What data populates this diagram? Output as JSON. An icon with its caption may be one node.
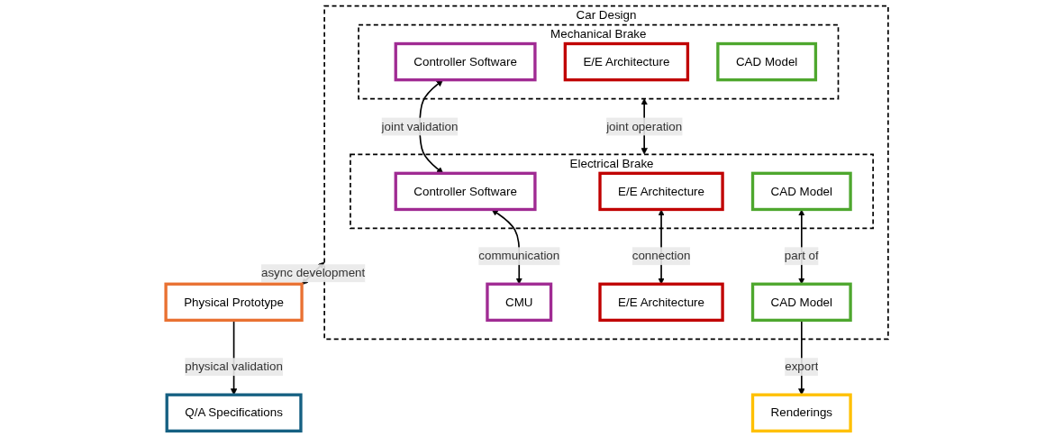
{
  "diagram": {
    "nodes": [
      {
        "text": [
          "Car Design"
        ]
      },
      {
        "text": [
          "Electrical Brake"
        ],
        "in": 0
      },
      {
        "text": [
          "CAD Model"
        ],
        "in": 1
      },
      {
        "text": [
          "E/E Architecture"
        ],
        "in": 1
      },
      {
        "text": [
          "Controller Software"
        ],
        "in": 1
      },
      {
        "text": [
          "Mechanical Brake"
        ],
        "in": 0
      },
      {
        "text": [
          "CAD Model"
        ],
        "in": 5
      },
      {
        "text": [
          "E/E Architecture"
        ],
        "in": 5
      },
      {
        "text": [
          "Controller Software"
        ],
        "in": 5
      },
      {
        "text": [
          "CAD Model"
        ],
        "in": 0
      },
      {
        "text": [
          "E/E Architecture"
        ],
        "in": 0
      },
      {
        "text": [
          "CMU"
        ],
        "in": 0
      },
      {
        "text": [
          "Physical Prototype"
        ]
      },
      {
        "text": [
          "Q/A Specifications"
        ]
      },
      {
        "text": [
          "Renderings"
        ]
      }
    ],
    "edges": [
      {
        "from": 1,
        "to": 5,
        "arrow": "both",
        "label": "joint operation"
      },
      {
        "from": 0,
        "to": 12,
        "arrow": "both",
        "label": "async development"
      },
      {
        "from": 12,
        "to": 13,
        "arrow": "to",
        "label": "physical validation"
      },
      {
        "from": 2,
        "to": 9,
        "arrow": "both",
        "label": "part of"
      },
      {
        "from": 3,
        "to": 10,
        "arrow": "both",
        "label": "connection"
      },
      {
        "from": 4,
        "to": 11,
        "arrow": "both",
        "label": "communication"
      },
      {
        "from": 8,
        "to": 4,
        "arrow": "both",
        "label": "joint validation"
      },
      {
        "from": 9,
        "to": 14,
        "arrow": "to",
        "label": "export"
      }
    ]
  }
}
